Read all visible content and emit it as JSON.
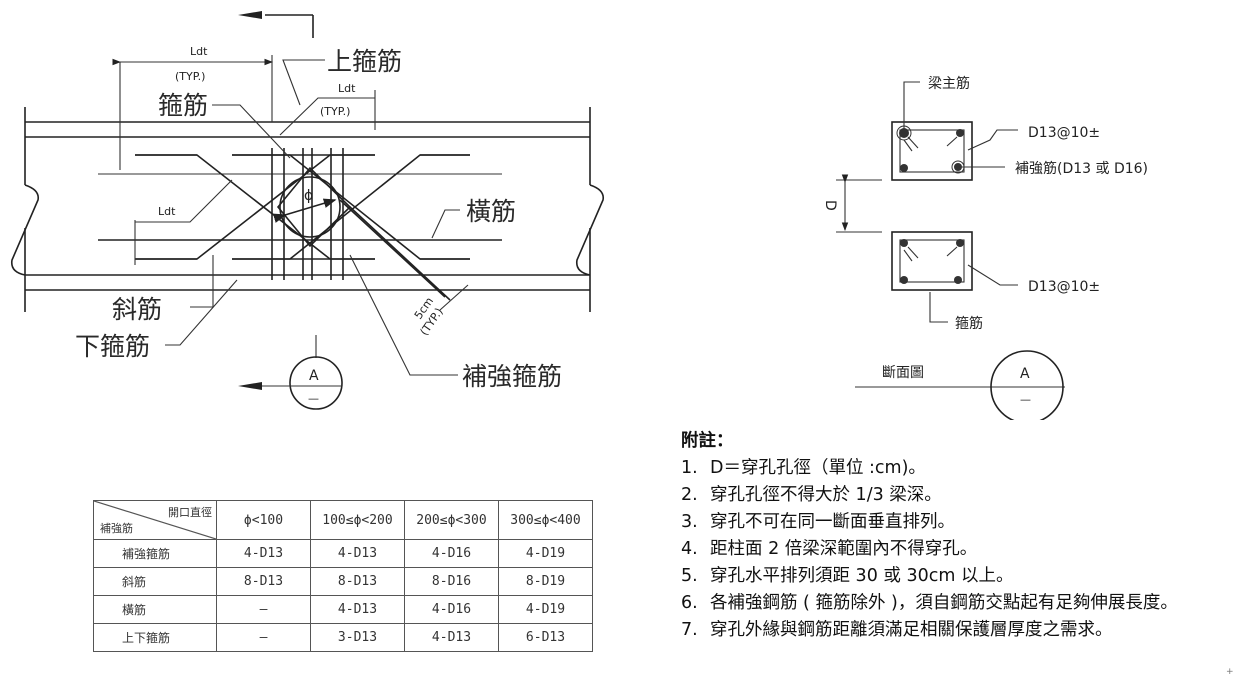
{
  "elevation": {
    "labels": {
      "top_stirrup": "上箍筋",
      "stirrup": "箍筋",
      "horizontal_bar": "橫筋",
      "diagonal_bar": "斜筋",
      "bottom_stirrup": "下箍筋",
      "reinforcing_stirrup": "補強箍筋",
      "ldt": "Ldt",
      "typ": "(TYP.)",
      "phi": "ϕ",
      "spacing": "5cm",
      "section_letter": "A",
      "section_dash": "—"
    }
  },
  "section": {
    "labels": {
      "main_bar": "梁主筋",
      "spacing_top": "D13@10±",
      "reinforcing_bar": "補強筋(D13 或 D16)",
      "spacing_bottom": "D13@10±",
      "stirrup": "箍筋",
      "dimension_d": "D",
      "title": "斷面圖",
      "section_letter": "A",
      "section_dash": "—"
    }
  },
  "table": {
    "corner_top_right": "開口直徑",
    "corner_bottom_left": "補強筋",
    "columns": [
      "ϕ<100",
      "100≤ϕ<200",
      "200≤ϕ<300",
      "300≤ϕ<400"
    ],
    "rows": [
      {
        "label": "補強箍筋",
        "values": [
          "4-D13",
          "4-D13",
          "4-D16",
          "4-D19"
        ]
      },
      {
        "label": "斜筋",
        "values": [
          "8-D13",
          "8-D13",
          "8-D16",
          "8-D19"
        ]
      },
      {
        "label": "橫筋",
        "values": [
          "—",
          "4-D13",
          "4-D16",
          "4-D19"
        ]
      },
      {
        "label": "上下箍筋",
        "values": [
          "—",
          "3-D13",
          "4-D13",
          "6-D13"
        ]
      }
    ]
  },
  "notes": {
    "title": "附註：",
    "items": [
      {
        "num": "1.",
        "text": "D＝穿孔孔徑（單位 :cm)。"
      },
      {
        "num": "2.",
        "text": "穿孔孔徑不得大於 1/3 梁深。"
      },
      {
        "num": "3.",
        "text": "穿孔不可在同一斷面垂直排列。"
      },
      {
        "num": "4.",
        "text": "距柱面 2 倍梁深範圍內不得穿孔。"
      },
      {
        "num": "5.",
        "text": "穿孔水平排列須距 30 或 30cm 以上。"
      },
      {
        "num": "6.",
        "text": "各補強鋼筋 ( 箍筋除外 )，須自鋼筋交點起有足夠伸展長度。"
      },
      {
        "num": "7.",
        "text": "穿孔外緣與鋼筋距離須滿足相關保護層厚度之需求。"
      }
    ]
  }
}
